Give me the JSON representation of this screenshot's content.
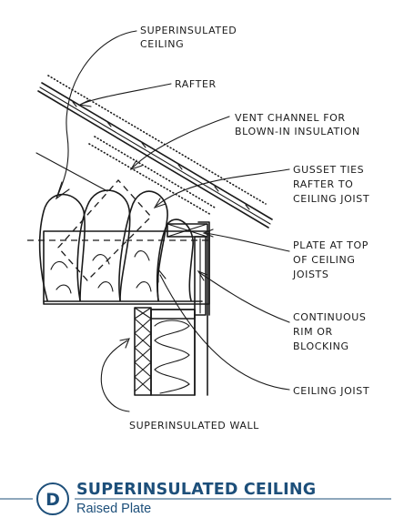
{
  "labels": {
    "superinsulated_ceiling": [
      "SUPERINSULATED",
      "CEILING"
    ],
    "rafter": "RAFTER",
    "vent_channel": [
      "VENT CHANNEL FOR",
      "BLOWN-IN INSULATION"
    ],
    "gusset_ties": [
      "GUSSET TIES",
      "RAFTER TO",
      "CEILING JOIST"
    ],
    "plate": [
      "PLATE AT TOP",
      "OF CEILING",
      "JOISTS"
    ],
    "rim": [
      "CONTINUOUS",
      "RIM OR",
      "BLOCKING"
    ],
    "ceiling_joist": "CEILING JOIST",
    "superinsulated_wall": "SUPERINSULATED WALL"
  },
  "caption": {
    "badge": "D",
    "title": "SUPERINSULATED CEILING",
    "subtitle": "Raised Plate"
  },
  "colors": {
    "ink": "#1a1a1a",
    "accent": "#1d4f7a"
  }
}
